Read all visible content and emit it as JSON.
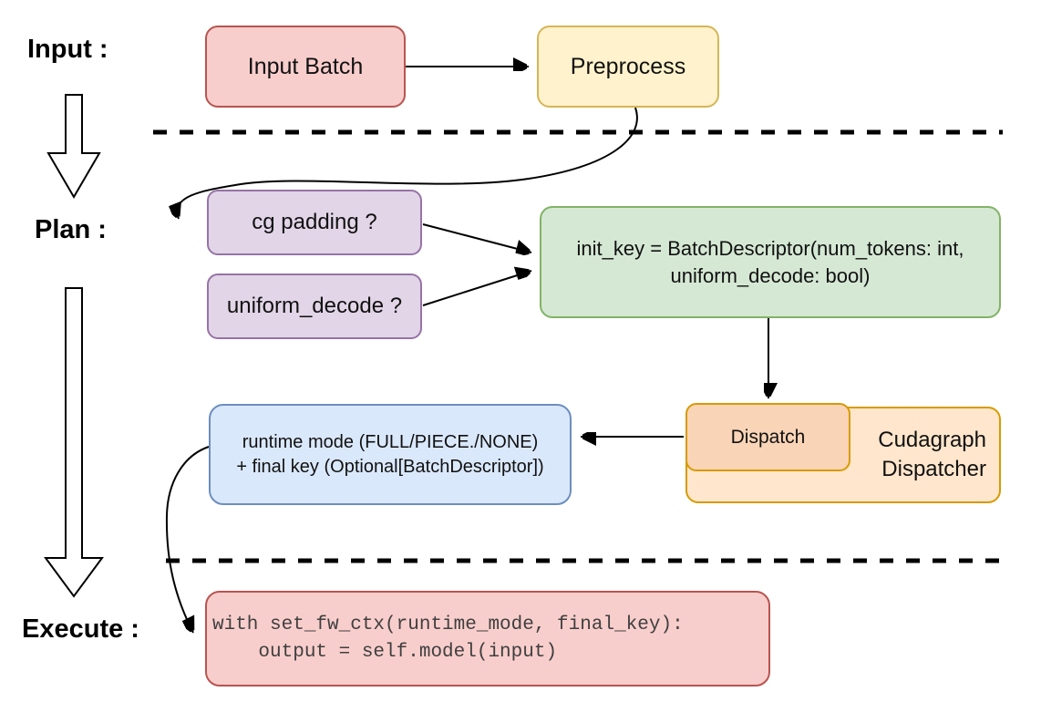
{
  "stages": {
    "input_label": "Input :",
    "plan_label": "Plan :",
    "execute_label": "Execute :"
  },
  "nodes": {
    "input_batch": {
      "label": "Input Batch"
    },
    "preprocess": {
      "label": "Preprocess"
    },
    "cg_padding": {
      "label": "cg padding ?"
    },
    "uniform_decode": {
      "label": "uniform_decode ?"
    },
    "init_key": {
      "line1": "init_key = BatchDescriptor(num_tokens: int,",
      "line2": "uniform_decode: bool)"
    },
    "dispatch": {
      "label": "Dispatch"
    },
    "cudagraph_dispatcher": {
      "line1": "Cudagraph",
      "line2": "Dispatcher"
    },
    "runtime_result": {
      "line1": "runtime mode (FULL/PIECE./NONE)",
      "line2": "+ final key (Optional[BatchDescriptor])"
    },
    "execute_code": {
      "line1": "with set_fw_ctx(runtime_mode, final_key):",
      "line2": "    output = self.model(input)"
    }
  },
  "palette": {
    "pink_fill": "#f8cecc",
    "pink_stroke": "#b85450",
    "yellow_fill": "#fff2cc",
    "yellow_stroke": "#d6b656",
    "purple_fill": "#e1d5e7",
    "purple_stroke": "#9673a6",
    "green_fill": "#d5e8d4",
    "green_stroke": "#82b366",
    "blue_fill": "#dae8fc",
    "blue_stroke": "#6c8ebf",
    "orange_fill": "#ffe6cc",
    "orange_inner_fill": "#f9d4b7",
    "orange_stroke": "#d79b00",
    "connector": "#000000"
  }
}
